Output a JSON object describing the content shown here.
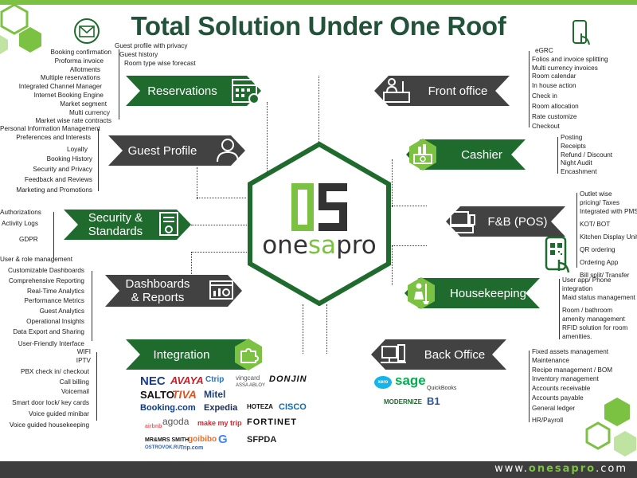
{
  "title": "Total Solution Under One Roof",
  "brand": {
    "prefix": "one",
    "suffix": "sa",
    "rest": "pro"
  },
  "footer_url": {
    "pre": "www.",
    "domain": "onesapro",
    "post": ".com"
  },
  "colors": {
    "dark_green": "#1e6b2d",
    "light_green": "#7cc242",
    "dark_grey": "#424242"
  },
  "modules": {
    "reservations": {
      "label": "Reservations",
      "icon": "calendar-icon",
      "items_top": [
        "Guest profile with privacy",
        "Guest history",
        "Room type wise forecast"
      ],
      "items": [
        "Booking confirmation",
        "Proforma invoice",
        "Allotments",
        "Multiple reservations",
        "Integrated Channel Manager",
        "Internet Booking Engine",
        "Market segment",
        "Multi currency",
        "Market wise rate contracts"
      ]
    },
    "guest_profile": {
      "label": "Guest Profile",
      "icon": "person-icon",
      "items": [
        "Personal Information Management",
        "Preferences and Interests",
        "Loyalty",
        "Booking History",
        "Security and Privacy",
        "Feedback and Reviews",
        "Marketing and Promotions"
      ]
    },
    "security": {
      "label": "Security & Standards",
      "icon": "certificate-icon",
      "items": [
        "Authorizations",
        "Activity Logs",
        "GDPR",
        "User & role management"
      ]
    },
    "dashboards": {
      "label": "Dashboards & Reports",
      "icon": "dashboard-icon",
      "items": [
        "Customizable Dashboards",
        "Comprehensive Reporting",
        "Real-Time Analytics",
        "Performance Metrics",
        "Guest Analytics",
        "Operational Insights",
        "Data Export and Sharing",
        "User-Friendly Interface"
      ]
    },
    "integration": {
      "label": "Integration",
      "icon": "puzzle-icon",
      "items": [
        "WIFI",
        "IPTV",
        "PBX check in/ checkout",
        "Call billing",
        "Voicemail",
        "Smart door lock/ key cards",
        "Voice guided minibar",
        "Voice guided housekeeping"
      ]
    },
    "front_office": {
      "label": "Front office",
      "icon": "reception-icon",
      "items": [
        "eGRC",
        "Folios and invoice splitting",
        "Multi currency invoices",
        "Room calendar",
        "In house action",
        "Check in",
        "Room allocation",
        "Rate customize",
        "Checkout"
      ]
    },
    "cashier": {
      "label": "Cashier",
      "icon": "cash-icon",
      "items": [
        "Posting",
        "Receipts",
        "Refund / Discount",
        "Night Audit",
        "Encashment"
      ]
    },
    "fnb": {
      "label": "F&B (POS)",
      "icon": "pos-icon",
      "items": [
        "Outlet wise pricing/ Taxes",
        "Integrated with PMS",
        "KOT/ BOT",
        "Kitchen Display Unit",
        "QR ordering",
        "Ordering App",
        "Bill split/ Transfer"
      ]
    },
    "housekeeping": {
      "label": "Housekeeping",
      "icon": "cleaning-icon",
      "items": [
        "User app/ Phone integration",
        "Maid status management",
        "Room / bathroom amenity management",
        "RFID solution for room amenities."
      ]
    },
    "back_office": {
      "label": "Back Office",
      "icon": "office-icon",
      "items": [
        "Fixed assets management",
        "Maintenance",
        "Recipe management / BOM",
        "Inventory management",
        "Accounts receivable",
        "Accounts payable",
        "General ledger",
        "HR/Payroll"
      ]
    }
  },
  "integration_logos": [
    "NEC",
    "AVAYA",
    "Ctrip",
    "vingcard",
    "DONJIN",
    "SALTO",
    "TIVA",
    "Mitel",
    "ASSA ABLOY",
    "Booking.com",
    "Expedia",
    "HOTEZA",
    "CISCO",
    "airbnb",
    "agoda",
    "make my trip",
    "FORTINET",
    "MR&MRS SMITH",
    "goibibo",
    "G",
    "SFPDA",
    "OSTROVOK.RU",
    "Trip.com"
  ],
  "backoffice_logos": [
    "xero",
    "sage",
    "QuickBooks",
    "MODERNIZE",
    "B1"
  ]
}
